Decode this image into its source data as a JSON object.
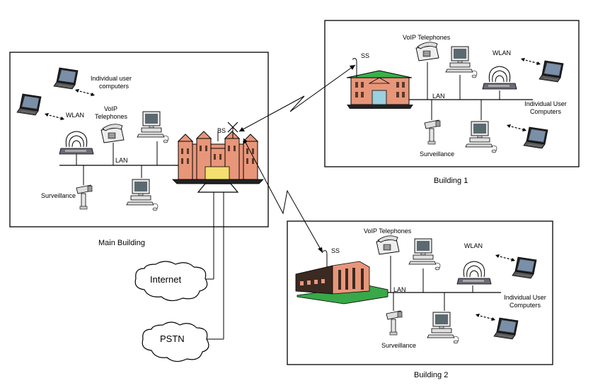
{
  "main_building": {
    "caption": "Main Building",
    "bs_label": "BS",
    "wlan_label": "WLAN",
    "voip_label_line1": "VoIP",
    "voip_label_line2": "Telephones",
    "lan_label": "LAN",
    "surveillance_label": "Surveillance",
    "user_computers_line1": "Individual user",
    "user_computers_line2": "computers"
  },
  "building_1": {
    "caption": "Building 1",
    "ss_label": "SS",
    "voip_label": "VoIP Telephones",
    "wlan_label": "WLAN",
    "lan_label": "LAN",
    "surveillance_label": "Surveillance",
    "user_computers_line1": "Individual User",
    "user_computers_line2": "Computers"
  },
  "building_2": {
    "caption": "Building 2",
    "ss_label": "SS",
    "voip_label": "VoIP Telephones",
    "wlan_label": "WLAN",
    "lan_label": "LAN",
    "surveillance_label": "Surveillance",
    "user_computers_line1": "Individual User",
    "user_computers_line2": "Computers"
  },
  "clouds": {
    "internet_label": "Internet",
    "pstn_label": "PSTN"
  },
  "colors": {
    "building_main": "#e8967a",
    "building_dark": "#3a2a22",
    "roof_green": "#3ab04a",
    "lawn_green": "#38a848"
  }
}
